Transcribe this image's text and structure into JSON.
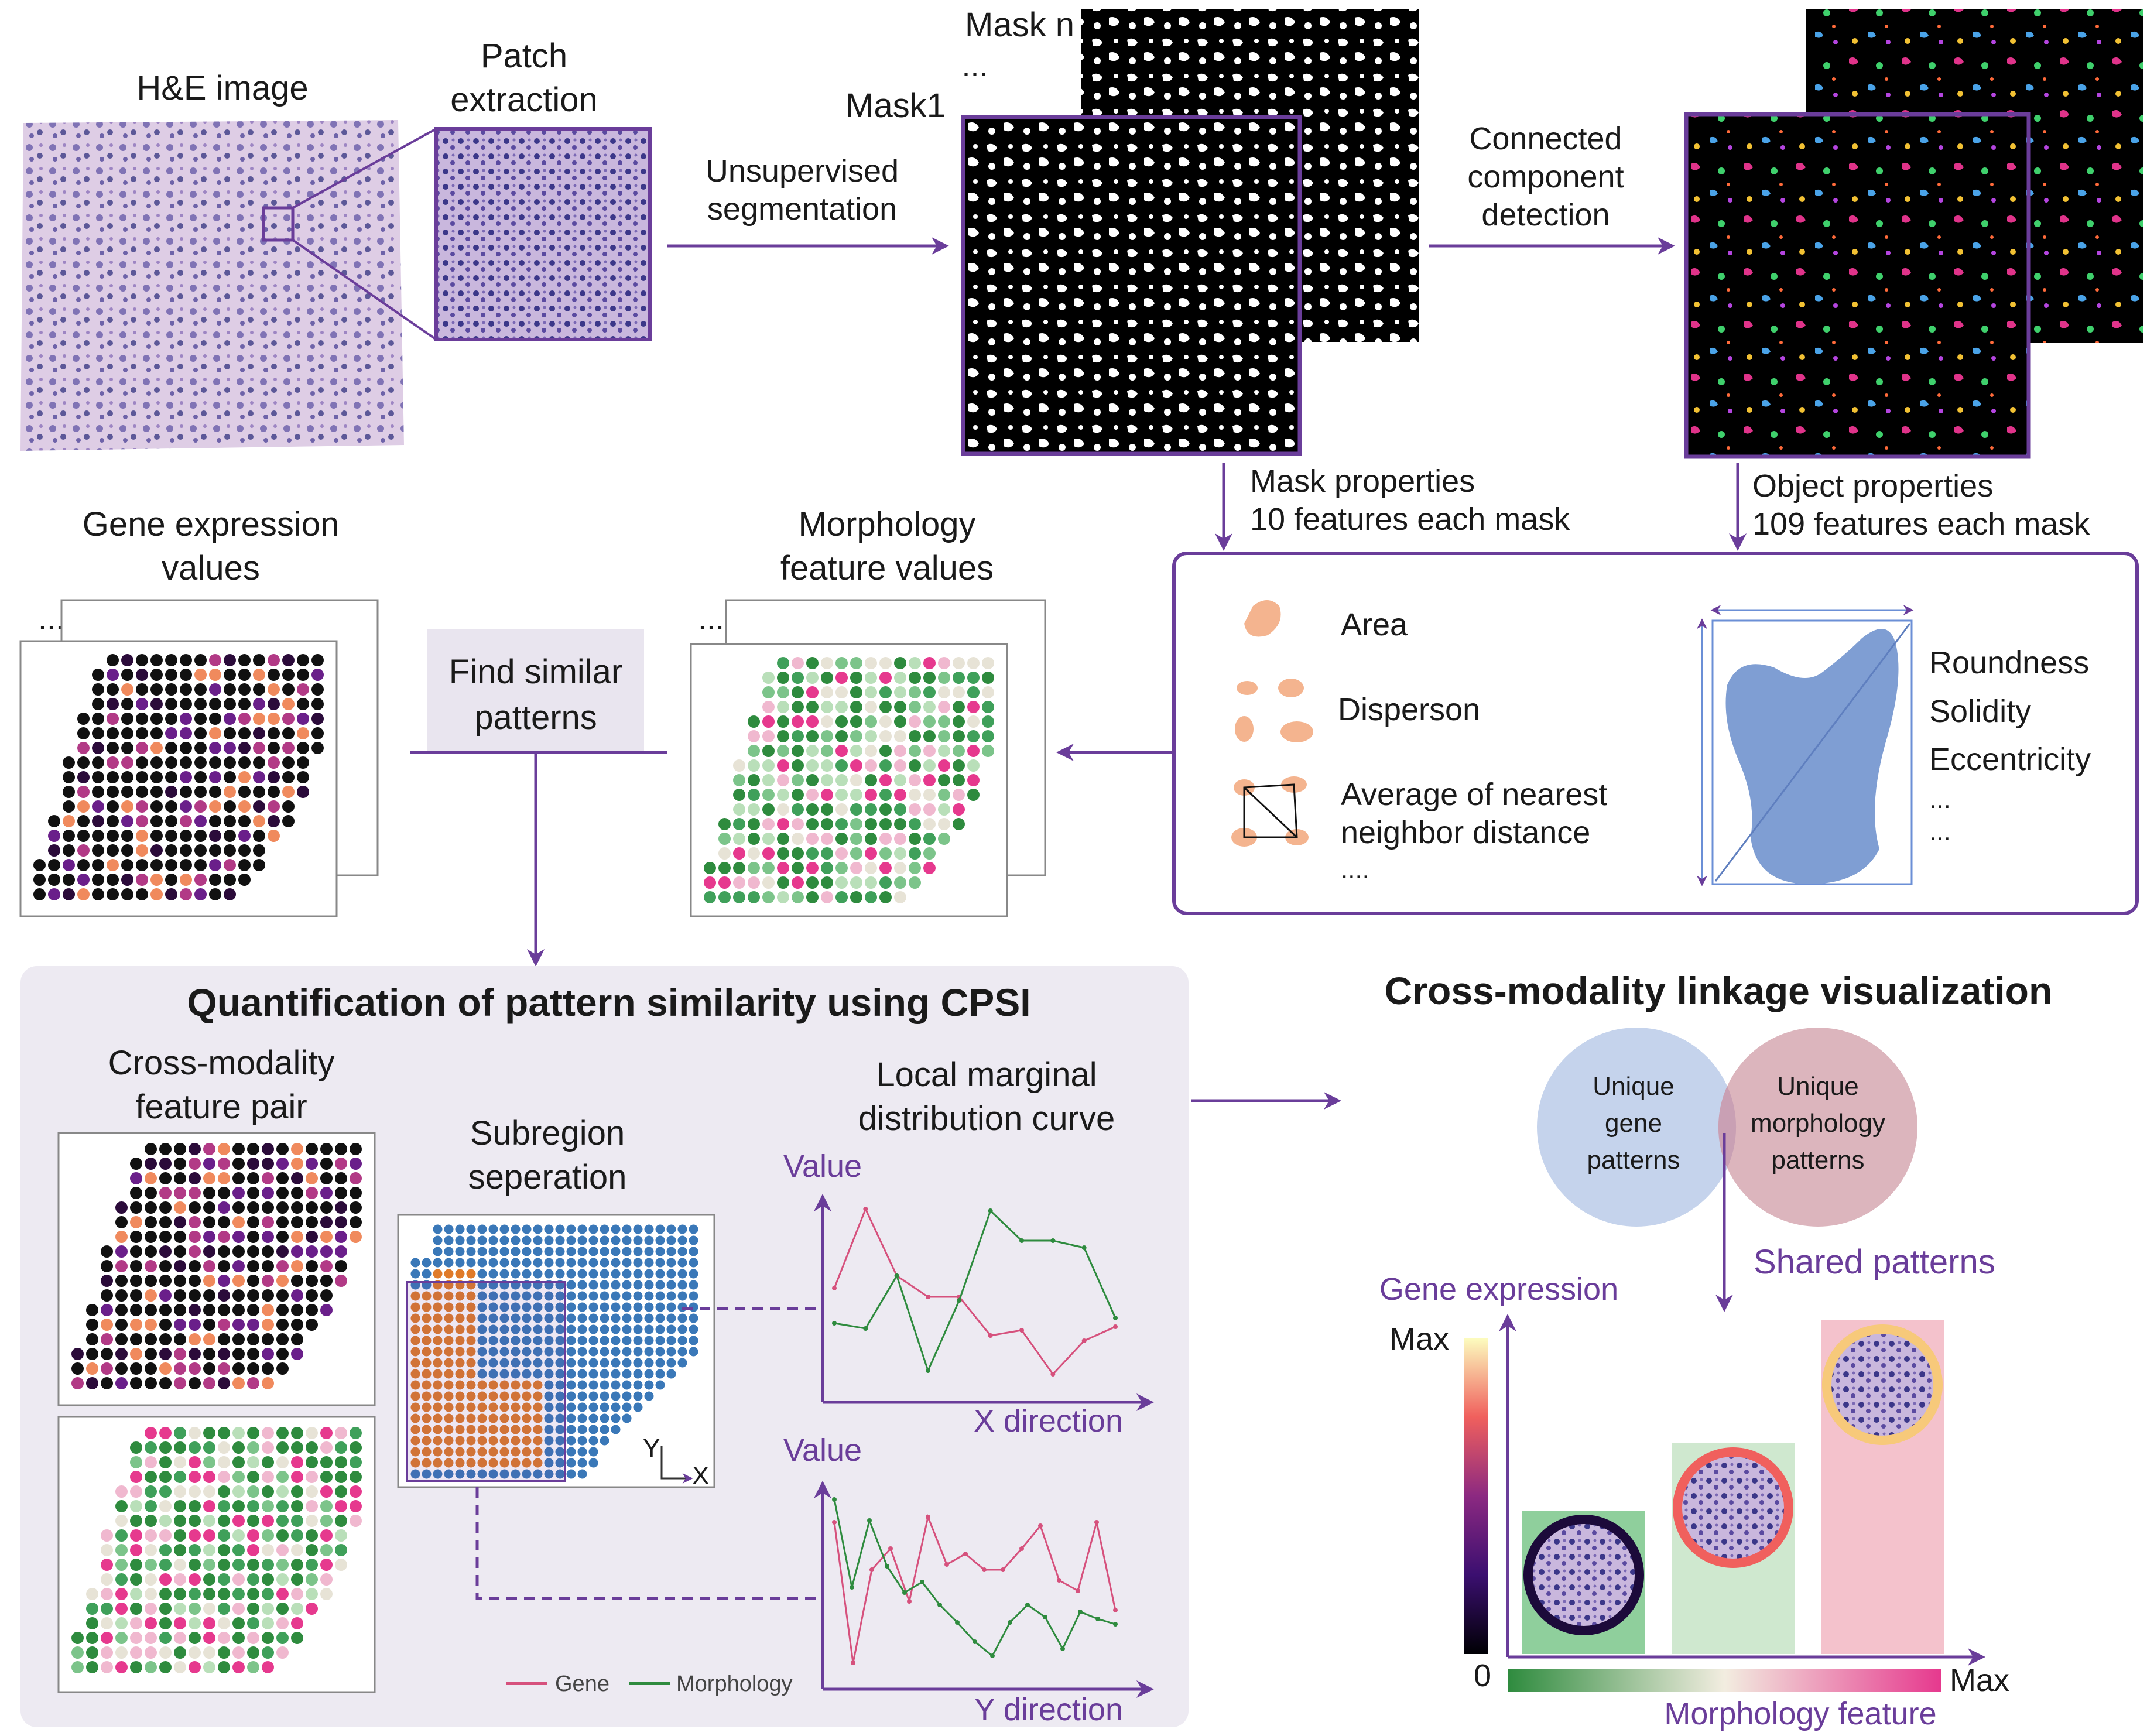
{
  "top": {
    "he_image": "H&E image",
    "patch_extraction": [
      "Patch",
      "extraction"
    ],
    "mask_n": "Mask n",
    "mask_1": "Mask1",
    "ellipsis": "...",
    "unsupervised": [
      "Unsupervised",
      "segmentation"
    ],
    "connected": [
      "Connected",
      "component",
      "detection"
    ],
    "mask_props": [
      "Mask properties",
      "10 features each mask"
    ],
    "object_props": [
      "Object properties",
      "109 features each mask"
    ]
  },
  "middle": {
    "gene_expression_values": [
      "Gene expression",
      "values"
    ],
    "find_similar": [
      "Find similar",
      "patterns"
    ],
    "morphology_feature_values": [
      "Morphology",
      "feature values"
    ],
    "features_left": [
      "Area",
      "Disperson",
      "Average of nearest",
      "neighbor distance",
      "...."
    ],
    "features_right": [
      "Roundness",
      "Solidity",
      "Eccentricity",
      "...",
      "..."
    ]
  },
  "cpsi": {
    "title": "Quantification of pattern similarity using CPSI",
    "pair": [
      "Cross-modality",
      "feature pair"
    ],
    "subregion": [
      "Subregion",
      "seperation"
    ],
    "local": [
      "Local marginal",
      "distribution curve"
    ],
    "value_label": "Value",
    "x_direction": "X direction",
    "y_direction": "Y direction",
    "axis_y": "Y",
    "axis_x": "X",
    "legend_gene": "Gene",
    "legend_morph": "Morphology"
  },
  "linkage": {
    "title": "Cross-modality linkage visualization",
    "unique_gene": [
      "Unique",
      "gene",
      "patterns"
    ],
    "unique_morph": [
      "Unique",
      "morphology",
      "patterns"
    ],
    "shared": "Shared patterns",
    "gene_expression": "Gene expression",
    "max_top": "Max",
    "zero": "0",
    "max_right": "Max",
    "morphology_feature": "Morphology feature"
  },
  "colors": {
    "purple": "#6a3d9a",
    "gene_line": "#d6517d",
    "morph_line": "#2e8b3e",
    "blue_region": "#3a78b8",
    "orange_region": "#e07b2a"
  },
  "chart_data": [
    {
      "type": "line",
      "xlabel": "X direction",
      "ylabel": "Value",
      "series": [
        {
          "name": "Gene",
          "values": [
            0.55,
            1.0,
            0.62,
            0.5,
            0.5,
            0.28,
            0.31,
            0.06,
            0.25,
            0.33
          ]
        },
        {
          "name": "Morphology",
          "values": [
            0.35,
            0.32,
            0.62,
            0.08,
            0.48,
            0.99,
            0.82,
            0.82,
            0.78,
            0.38
          ]
        }
      ]
    },
    {
      "type": "line",
      "xlabel": "Y direction",
      "ylabel": "Value",
      "series": [
        {
          "name": "Gene",
          "values": [
            0.85,
            0.05,
            0.58,
            0.7,
            0.4,
            0.88,
            0.61,
            0.67,
            0.58,
            0.58,
            0.7,
            0.83,
            0.52,
            0.46,
            0.85,
            0.35
          ]
        },
        {
          "name": "Morphology",
          "values": [
            0.98,
            0.48,
            0.86,
            0.6,
            0.45,
            0.51,
            0.38,
            0.28,
            0.17,
            0.09,
            0.28,
            0.38,
            0.31,
            0.13,
            0.34,
            0.3,
            0.27
          ]
        }
      ]
    }
  ]
}
